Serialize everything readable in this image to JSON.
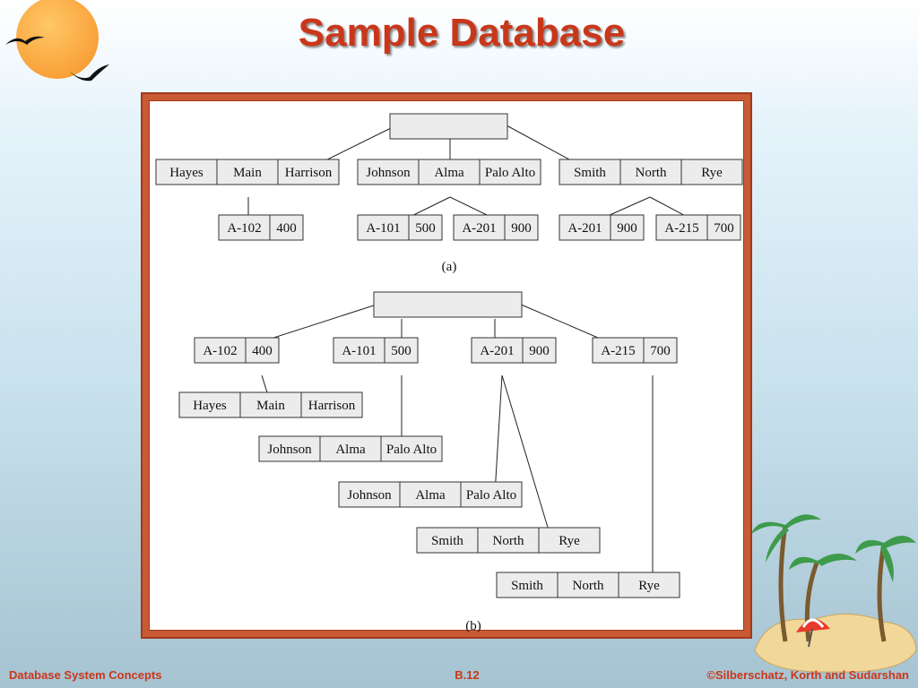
{
  "slide": {
    "title": "Sample Database",
    "footer_left": "Database System Concepts",
    "footer_center": "B.12",
    "footer_right": "©Silberschatz, Korth and Sudarshan"
  },
  "figure_a": {
    "caption": "(a)",
    "branches": [
      {
        "cells": [
          "Hayes",
          "Main",
          "Harrison"
        ]
      },
      {
        "cells": [
          "Johnson",
          "Alma",
          "Palo Alto"
        ]
      },
      {
        "cells": [
          "Smith",
          "North",
          "Rye"
        ]
      }
    ],
    "accounts": [
      {
        "cells": [
          "A-102",
          "400"
        ]
      },
      {
        "cells": [
          "A-101",
          "500"
        ]
      },
      {
        "cells": [
          "A-201",
          "900"
        ]
      },
      {
        "cells": [
          "A-201",
          "900"
        ]
      },
      {
        "cells": [
          "A-215",
          "700"
        ]
      }
    ]
  },
  "figure_b": {
    "caption": "(b)",
    "accounts": [
      {
        "cells": [
          "A-102",
          "400"
        ]
      },
      {
        "cells": [
          "A-101",
          "500"
        ]
      },
      {
        "cells": [
          "A-201",
          "900"
        ]
      },
      {
        "cells": [
          "A-215",
          "700"
        ]
      }
    ],
    "depositors": [
      {
        "cells": [
          "Hayes",
          "Main",
          "Harrison"
        ]
      },
      {
        "cells": [
          "Johnson",
          "Alma",
          "Palo Alto"
        ]
      },
      {
        "cells": [
          "Johnson",
          "Alma",
          "Palo Alto"
        ]
      },
      {
        "cells": [
          "Smith",
          "North",
          "Rye"
        ]
      },
      {
        "cells": [
          "Smith",
          "North",
          "Rye"
        ]
      }
    ]
  }
}
